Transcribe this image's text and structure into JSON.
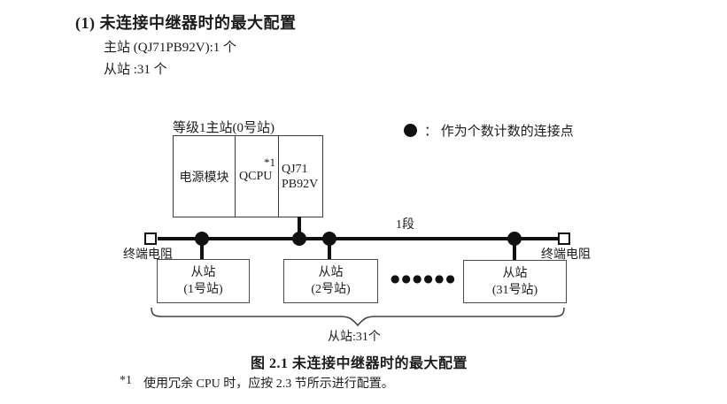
{
  "page": {
    "heading": "(1) 未连接中继器时的最大配置",
    "master_count_line": "主站 (QJ71PB92V):1 个",
    "slave_count_line": "从站 :31 个",
    "caption": "图 2.1 未连接中继器时的最大配置",
    "footnote": {
      "marker": "*1",
      "text": "使用冗余 CPU 时，应按 2.3 节所示进行配置。"
    }
  },
  "diagram": {
    "master": {
      "label": "等级1主站(0号站)",
      "modules": [
        {
          "name": "电源模块"
        },
        {
          "name": "QCPU",
          "note": "*1"
        },
        {
          "line1": "QJ71",
          "line2": "PB92V"
        }
      ]
    },
    "legend": {
      "icon": "filled-circle",
      "text": "： 作为个数计数的连接点"
    },
    "segment_label": "1段",
    "terminator_left_label": "终端电阻",
    "terminator_right_label": "终端电阻",
    "slaves": [
      {
        "line1": "从站",
        "line2": "(1号站)"
      },
      {
        "line1": "从站",
        "line2": "(2号站)"
      },
      {
        "line1": "从站",
        "line2": "(31号站)"
      }
    ],
    "ellipsis": "●●●●●●",
    "brace_label": "从站:31个"
  },
  "colors": {
    "ink": "#1c1c1c",
    "line": "#111111",
    "box_border": "#3a3a3a",
    "background": "#ffffff"
  }
}
